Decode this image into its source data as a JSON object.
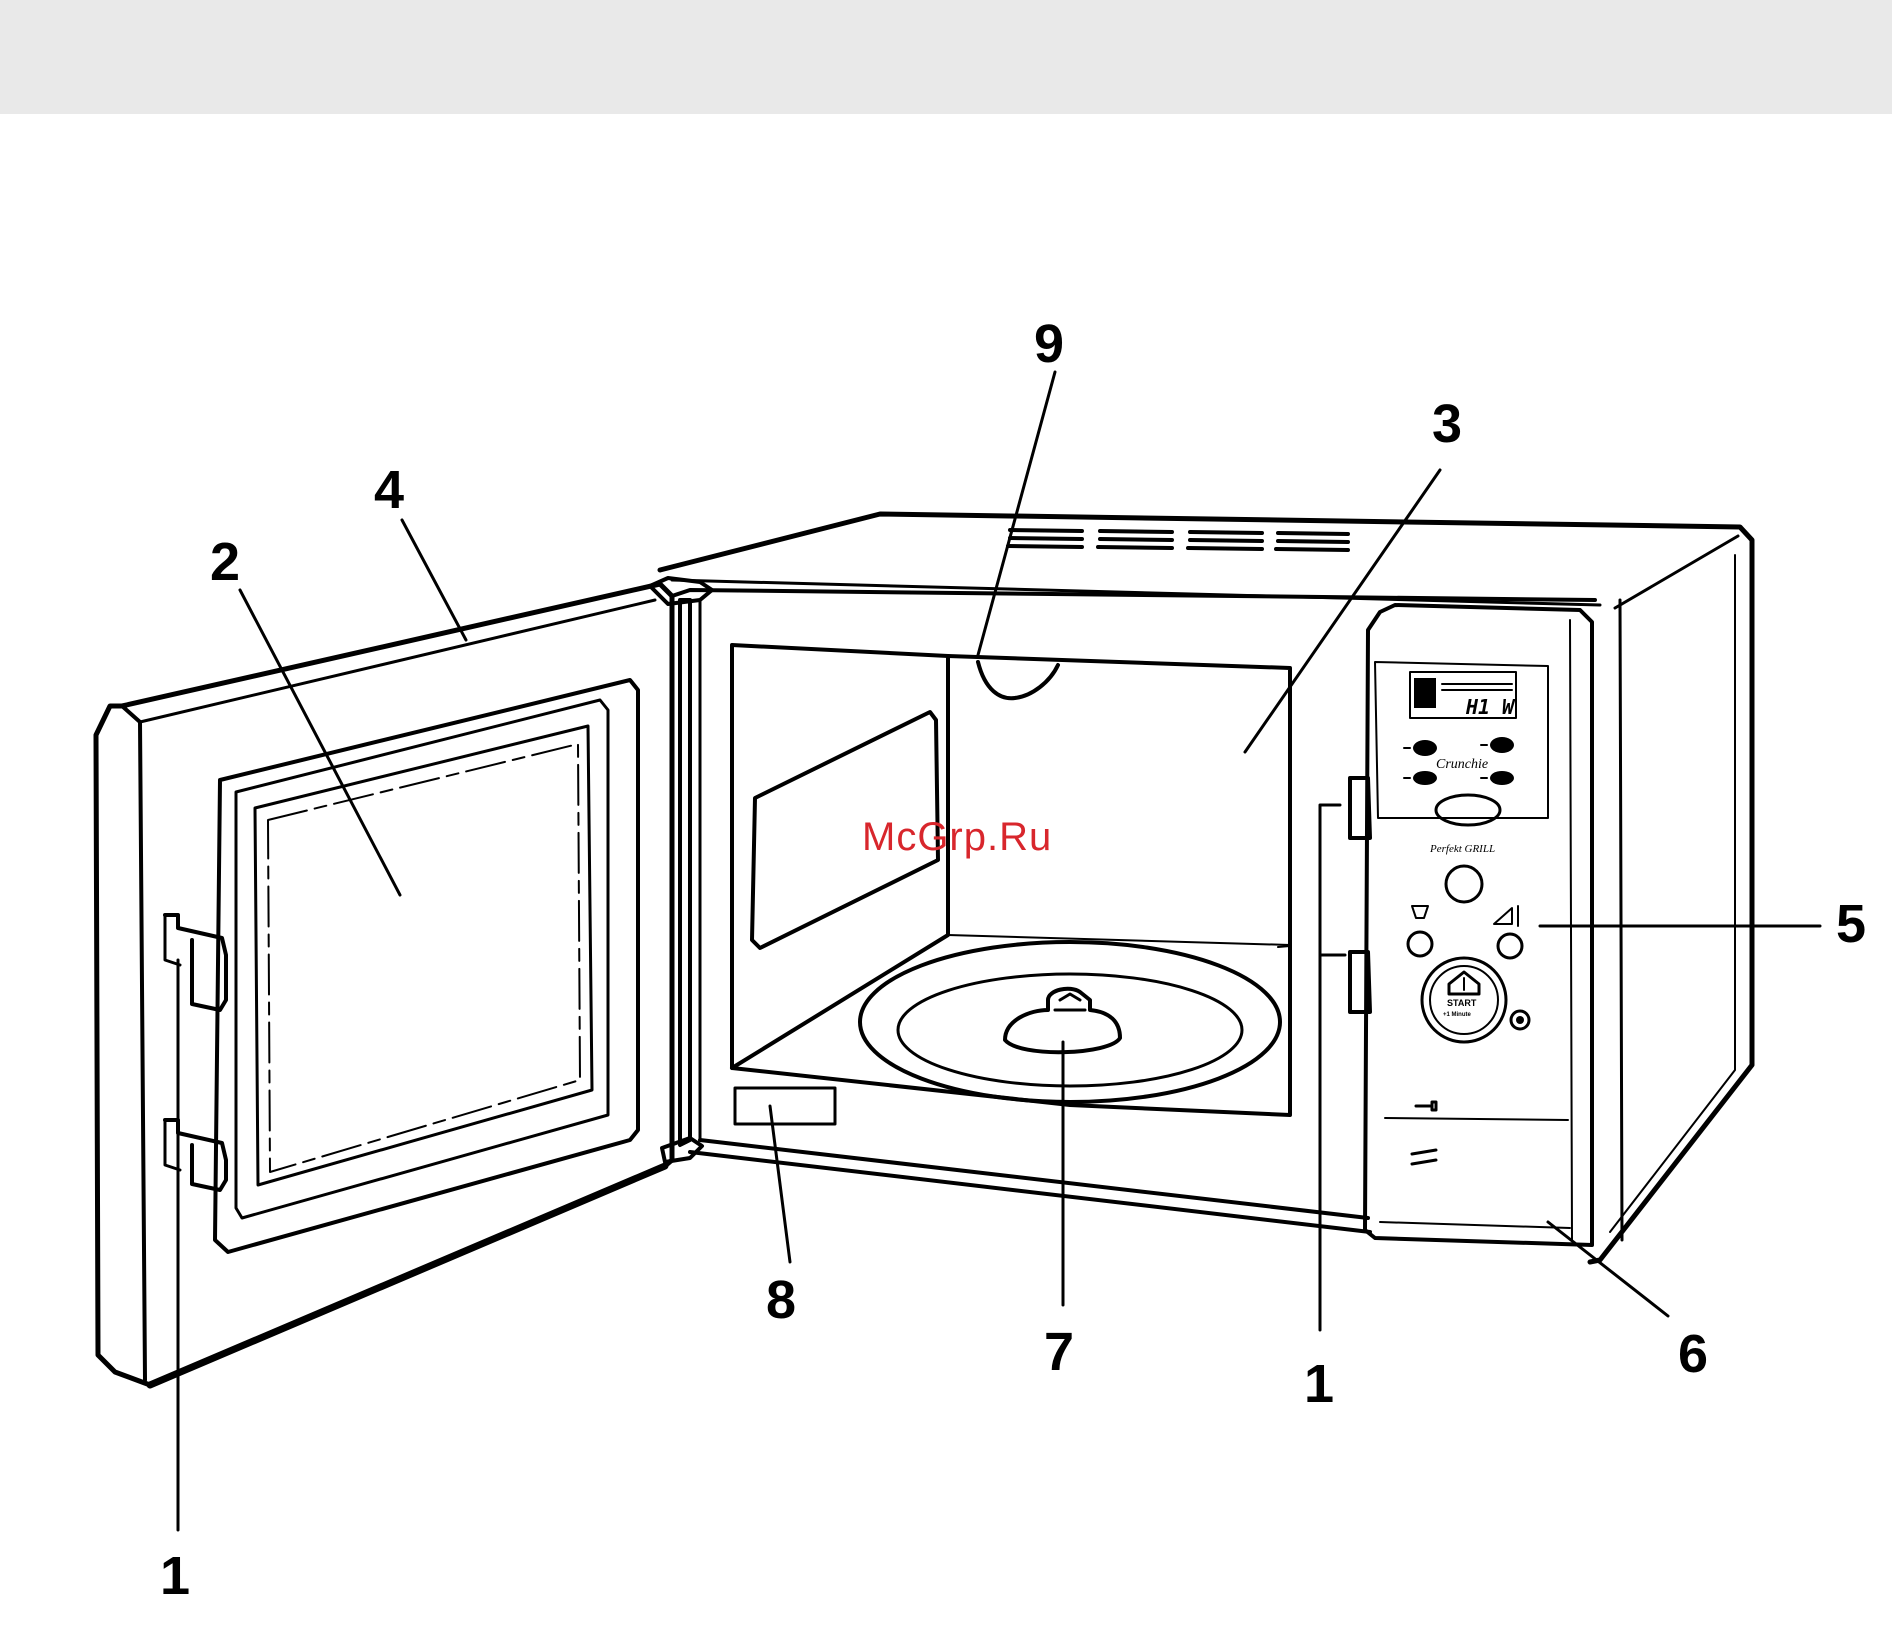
{
  "watermark": "McGrp.Ru",
  "callouts": [
    {
      "label": "1"
    },
    {
      "label": "2"
    },
    {
      "label": "3"
    },
    {
      "label": "4"
    },
    {
      "label": "5"
    },
    {
      "label": "6"
    },
    {
      "label": "7"
    },
    {
      "label": "8"
    },
    {
      "label": "9"
    },
    {
      "label": "1"
    }
  ],
  "control_panel": {
    "display": "H1 W",
    "program_label": "Crunchie",
    "grill_label": "Perfekt GRILL",
    "start_label": "START",
    "start_sub": "+1 Minute"
  },
  "colors": {
    "watermark": "#d8262c",
    "header_bar": "#e9e9e9"
  }
}
